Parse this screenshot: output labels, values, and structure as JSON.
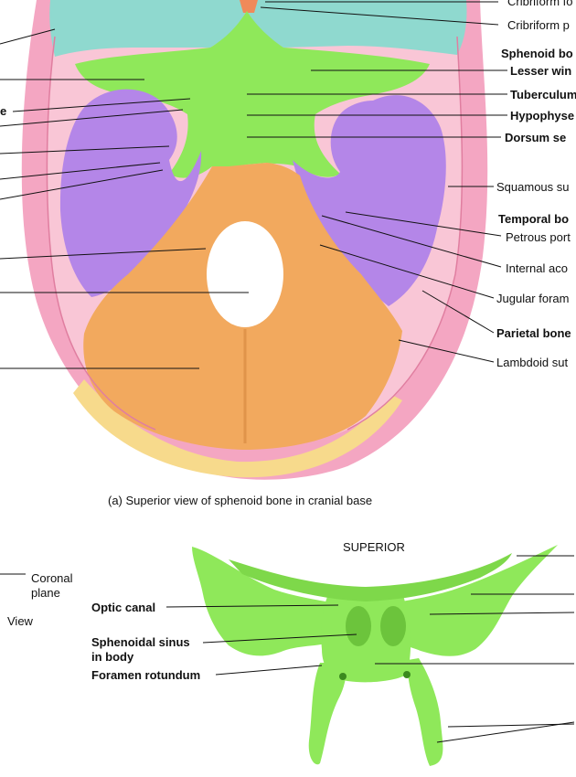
{
  "colors": {
    "frontal": "#8fd9cf",
    "sphenoid": "#8fe85a",
    "occipital": "#f2a95e",
    "temporal": "#b486e8",
    "parietal": "#f4a6c2",
    "diploe": "#f7da8c",
    "nasal": "#f08a5a"
  },
  "top_labels": {
    "cribriform_foramina": "Cribriform fo",
    "cribriform_plate": "Cribriform p",
    "sphenoid_bone": "Sphenoid bo",
    "lesser_wing": "Lesser win",
    "tuberculum": "Tuberculum",
    "hypophyseal": "Hypophyse",
    "dorsum": "Dorsum se",
    "squamous": "Squamous su",
    "temporal_bone": "Temporal bo",
    "petrous": "Petrous port",
    "internal_acoustic": "Internal aco",
    "jugular": "Jugular foram",
    "parietal_bone": "Parietal bone",
    "lambdoid": "Lambdoid sut",
    "left_e": "e"
  },
  "caption": "(a) Superior view of sphenoid bone in cranial base",
  "bottom_labels": {
    "superior": "SUPERIOR",
    "coronal_plane_line1": "Coronal",
    "coronal_plane_line2": "plane",
    "view": "View",
    "optic_canal": "Optic canal",
    "sphenoidal_sinus_line1": "Sphenoidal sinus",
    "sphenoidal_sinus_line2": "in body",
    "foramen_rotundum": "Foramen rotundum"
  }
}
